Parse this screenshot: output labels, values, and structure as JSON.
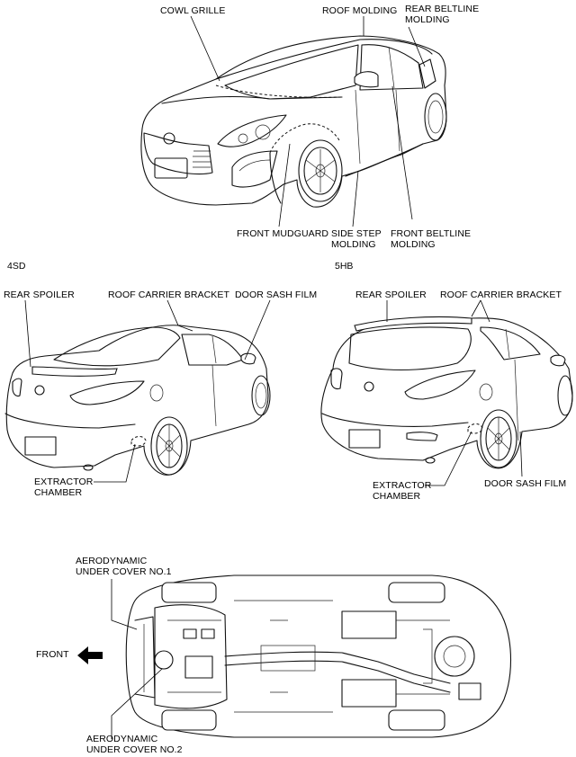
{
  "callouts": {
    "cowl_grille": "COWL GRILLE",
    "roof_molding": "ROOF MOLDING",
    "rear_beltline_molding": [
      "REAR BELTLINE",
      "MOLDING"
    ],
    "front_mudguard": "FRONT MUDGUARD",
    "side_step_molding": [
      "SIDE STEP",
      "MOLDING"
    ],
    "front_beltline_molding": [
      "FRONT BELTLINE",
      "MOLDING"
    ],
    "rear_spoiler_4sd": "REAR SPOILER",
    "roof_carrier_bracket_4sd": "ROOF CARRIER BRACKET",
    "door_sash_film_4sd": "DOOR SASH FILM",
    "extractor_chamber_4sd": [
      "EXTRACTOR",
      "CHAMBER"
    ],
    "rear_spoiler_5hb": "REAR SPOILER",
    "roof_carrier_bracket_5hb": "ROOF CARRIER BRACKET",
    "door_sash_film_5hb": "DOOR SASH FILM",
    "extractor_chamber_5hb": [
      "EXTRACTOR",
      "CHAMBER"
    ],
    "aero_cover_1": [
      "AERODYNAMIC",
      "UNDER COVER NO.1"
    ],
    "aero_cover_2": [
      "AERODYNAMIC",
      "UNDER COVER NO.2"
    ],
    "front": "FRONT"
  },
  "variants": {
    "sedan": "4SD",
    "hatchback": "5HB"
  }
}
